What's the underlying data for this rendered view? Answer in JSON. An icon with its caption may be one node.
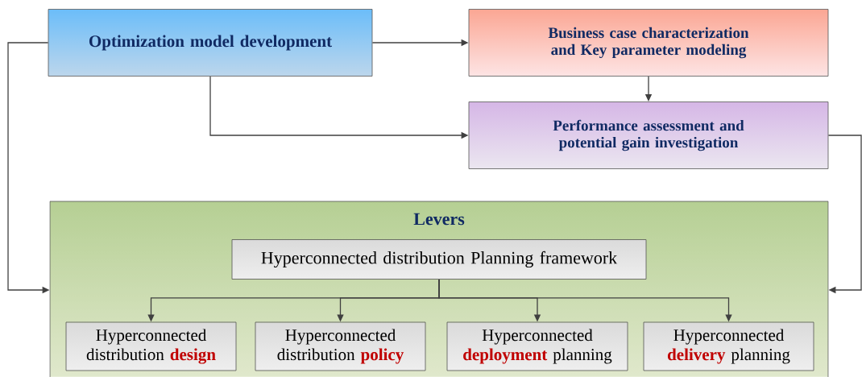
{
  "diagram": {
    "nodes": [
      {
        "text": [
          "Optimization model development"
        ]
      },
      {
        "text": [
          "Business case characterization and Key parameter modeling"
        ]
      },
      {
        "text": [
          "Performance assessment and potential gain investigation"
        ]
      },
      {
        "text": [
          "Levers"
        ]
      },
      {
        "text": [
          "Hyperconnected distribution Planning framework"
        ],
        "in": 3
      },
      {
        "text": [
          "Hyperconnected distribution **design**"
        ],
        "in": 3
      },
      {
        "text": [
          "Hyperconnected distribution **policy**"
        ],
        "in": 3
      },
      {
        "text": [
          "Hyperconnected **deployment** planning"
        ],
        "in": 3
      },
      {
        "text": [
          "Hyperconnected **delivery** planning"
        ],
        "in": 3
      }
    ],
    "edges": [
      {
        "from": 0,
        "to": 1,
        "arrow": "to"
      },
      {
        "from": 1,
        "to": 2,
        "arrow": "to"
      },
      {
        "from": 0,
        "to": 2,
        "arrow": "to"
      },
      {
        "from": 0,
        "to": 3,
        "arrow": "to"
      },
      {
        "from": 2,
        "to": 3,
        "arrow": "to"
      },
      {
        "from": 4,
        "to": 5,
        "arrow": "to"
      },
      {
        "from": 4,
        "to": 6,
        "arrow": "to"
      },
      {
        "from": 4,
        "to": 7,
        "arrow": "to"
      },
      {
        "from": 4,
        "to": 8,
        "arrow": "to"
      }
    ]
  }
}
